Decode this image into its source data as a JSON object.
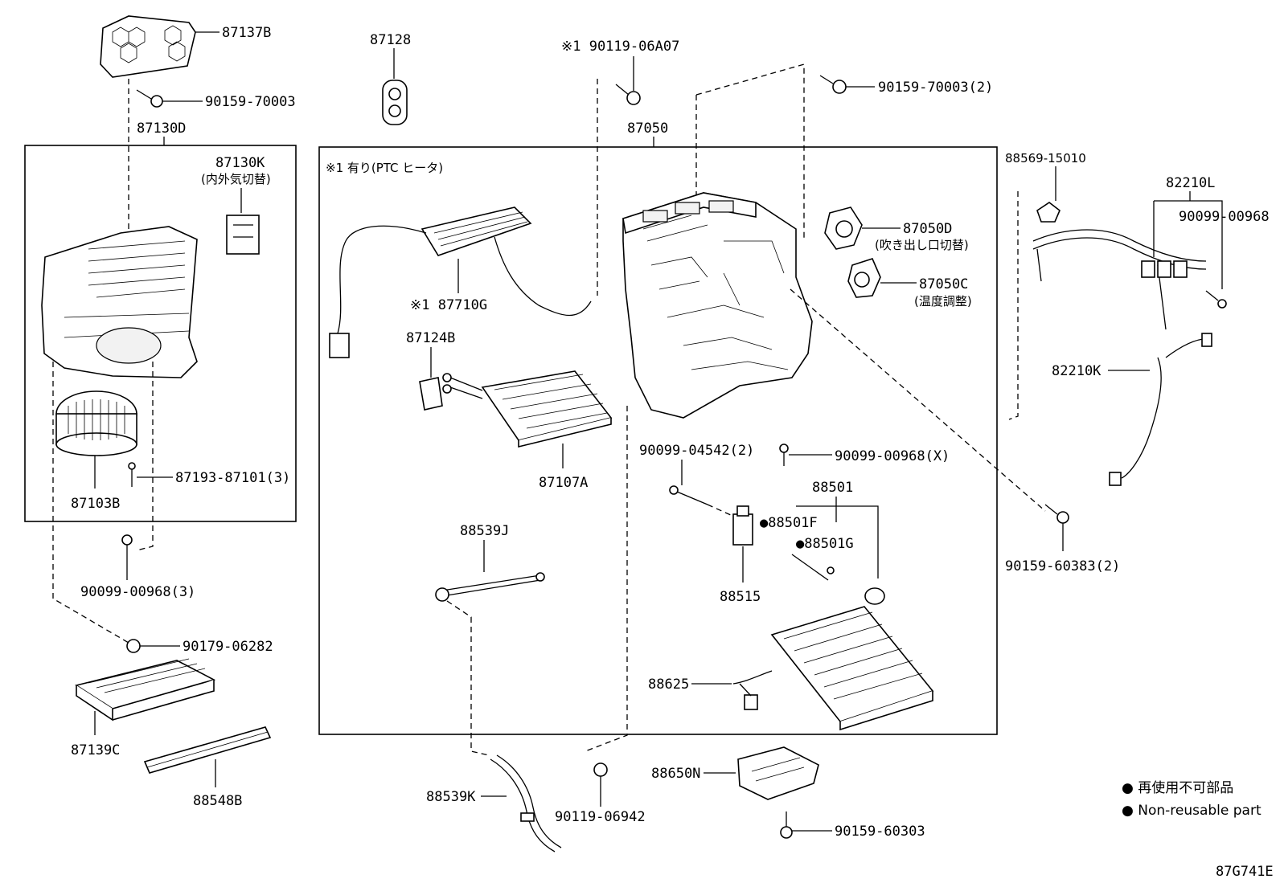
{
  "labels": {
    "p87137B": "87137B",
    "p90159_70003": "90159-70003",
    "p87130D": "87130D",
    "p87130K": "87130K",
    "p87130K_note": "(内外気切替)",
    "p87103B": "87103B",
    "p87193": "87193-87101(3)",
    "p90099_00968_3": "90099-00968(3)",
    "p90179": "90179-06282",
    "p87139C": "87139C",
    "p88548B": "88548B",
    "p87128": "87128",
    "p90119_06A07": "※1 90119-06A07",
    "p90159_70003_2": "90159-70003(2)",
    "p87050": "87050",
    "ptc_note": "※1 有り(PTC ヒータ)",
    "p87710G": "※1 87710G",
    "p87124B": "87124B",
    "p87107A": "87107A",
    "p87050D": "87050D",
    "p87050D_note": "(吹き出し口切替)",
    "p87050C": "87050C",
    "p87050C_note": "(温度調整)",
    "p90099_04542": "90099-04542(2)",
    "p90099_00968_X": "90099-00968(X)",
    "p88501": "88501",
    "p88501F": "●88501F",
    "p88501G": "●88501G",
    "p88515": "88515",
    "p88539J": "88539J",
    "p88625": "88625",
    "p88539K": "88539K",
    "p90119_06942": "90119-06942",
    "p88650N": "88650N",
    "p90159_60303": "90159-60303",
    "p88569": "88569-15010",
    "p82210L": "82210L",
    "p90099_00968": "90099-00968",
    "p82210K": "82210K",
    "p90159_60383": "90159-60383(2)"
  },
  "legend": {
    "reuse_jp": "● 再使用不可部品",
    "reuse_en": "● Non-reusable part"
  },
  "figure_id": "87G741E"
}
